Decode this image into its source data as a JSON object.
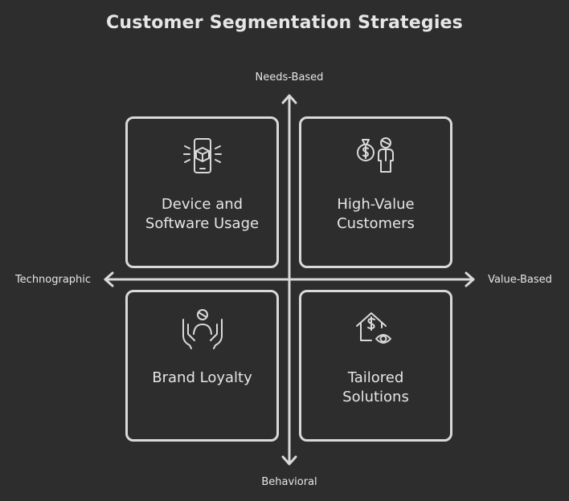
{
  "title": "Customer Segmentation Strategies",
  "axes": {
    "top": "Needs-Based",
    "bottom": "Behavioral",
    "left": "Technographic",
    "right": "Value-Based"
  },
  "quadrants": {
    "top_left": {
      "line1": "Device and",
      "line2": "Software Usage",
      "icon": "smartphone-box-icon"
    },
    "top_right": {
      "line1": "High-Value",
      "line2": "Customers",
      "icon": "money-bag-person-icon"
    },
    "bottom_left": {
      "line1": "Brand Loyalty",
      "icon": "person-hands-icon"
    },
    "bottom_right": {
      "line1": "Tailored",
      "line2": "Solutions",
      "icon": "house-dollar-eye-icon"
    }
  },
  "colors": {
    "background": "#2d2d2d",
    "stroke": "#d9d9d9",
    "text": "#e6e6e6"
  }
}
